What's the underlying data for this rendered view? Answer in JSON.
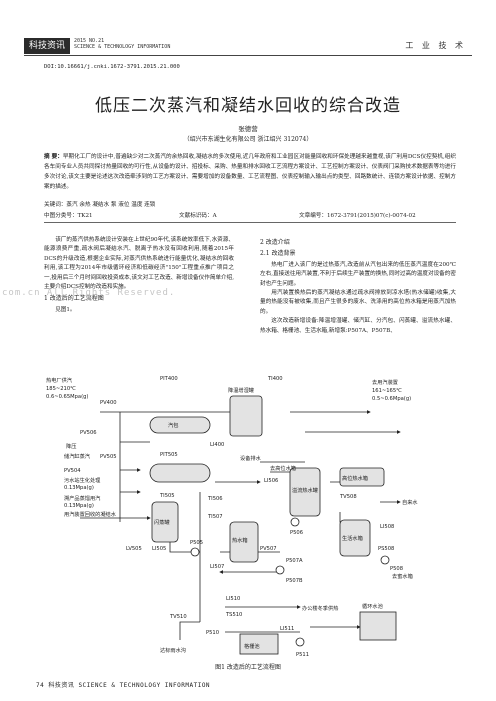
{
  "header": {
    "logo": "科技资讯",
    "issue": "2015 NO.21",
    "journal_en": "SCIENCE & TECHNOLOGY INFORMATION",
    "section": "工 业 技 术"
  },
  "doi": "DOI:10.16661/j.cnki.1672-3791.2015.21.000",
  "title": "低压二次蒸汽和凝结水回收的综合改造",
  "author": "张德营",
  "affiliation": "（绍兴市东湖生化有限公司  浙江绍兴  312074）",
  "abstract": {
    "label": "摘  要：",
    "text": "早期化工厂的设计中,普遍缺少对二次蒸汽的余热回收,凝结水的多次使用,近几年政府和工业园区对能量回收和环保处理越来越重视,该厂利用DCS仪控契机,组织各车间专业人员共同探讨热量回收的可行性,从设备的设计、招投标、采购、热量和排水回收工艺流程方案设计、工艺控制方案设计、仪表阀门采购技术数据表等均进行多次讨论,该文主要是论述这次改造牵涉到的工艺方案设计、需要增加的设备数量、工艺流程图、仪表控制输入输出点的类型、回路数统计、连锁方案设计依据、控制方案的描述。"
  },
  "keywords": {
    "label": "关键词：",
    "text": "蒸汽   余热   凝结水   泵   液位   温度   连锁"
  },
  "classification": {
    "clc": "中图分类号：TK21",
    "code": "文献标识码：A",
    "article": "文章编号：1672-3791(2015)07(c)-0074-02"
  },
  "body_left": {
    "p1": "该厂的蒸汽供热系统设计安装在上世纪90年代,该系统效率低下,水资源、能源浪费严重,疏水阀后凝结水汽、脱离子热水没有回收利用,随着2015年DCS的升级改造,根据企业实际,对蒸汽供热系统进行能量优化,凝结水的回收利用,该工程为2014年市级循环经济和低碳经济\"150\"工程重点推广项目之一,投用后三个月时间回收投资成本,该文对工艺改造、新增设备仪作简单介绍,主要介绍DCS控制的改造和实施。",
    "h1": "1   改造后的工艺流程图",
    "p2": "见图1。"
  },
  "body_right": {
    "h2": "2   改造介绍",
    "h21": "2.1  改造背景",
    "p1": "热电厂进入该厂的是过热蒸汽,改造前从汽包出来的低压蒸汽温度在200℃左右,直接送往用汽装置,不利于后续生产装置的换热,同时过高的温度对设备的密封也产生问题。",
    "p2": "用汽装置换热后的蒸汽凝结水通过疏水阀排放到凉水塔(热水储罐)收集,大量的热能没有被收集,而且产生很多的废水、洗涤用的高位热水箱是用蒸汽加热的。",
    "p3": "这次改造新增设备:降温增湿罐、储汽缸、分汽包、闪蒸罐、溢流热水罐、热水箱、格栅池、生活水箱,新增泵:P507A、P507B、"
  },
  "watermark": "com.cn  All Rights Reserved.",
  "figure": {
    "caption": "图1  改造后的工艺流程图",
    "labels": {
      "steam_in": "热电厂供汽",
      "steam_spec1": "185~210℃",
      "steam_spec2": "0.6~0.65Mpa(g)",
      "pv400": "PV400",
      "pit400": "PIT400",
      "ti400": "TI400",
      "mix_tank": "降温增湿罐",
      "steam_drum": "汽包",
      "li400": "LI400",
      "to_user": "去用汽装置",
      "to_user_spec1": "161~165℃",
      "to_user_spec2": "0.5~0.6Mpa(g)",
      "pv506": "PV506",
      "pit505": "PIT505",
      "desuper": "降压",
      "gas_cyl": "储汽缸蒸汽",
      "pv505": "PV505",
      "pv504": "PV504",
      "sewage": "污水站生化处理",
      "sewage_p": "0.13Mpa(g)",
      "crud": "溯产品蒸馏用汽",
      "crud_p": "0.13Mpa(g)",
      "user_cond": "用汽装置回收的凝结水",
      "flash": "闪蒸罐",
      "li505": "LI505",
      "lv505": "LV505",
      "ti505": "TI505",
      "p505": "P505",
      "equip": "设备排水",
      "to_hot_tank": "去高位水箱",
      "ti506": "TI506",
      "li506": "LI506",
      "p506": "P506",
      "overflow": "溢流热水罐",
      "hot_tank": "高位热水箱",
      "tv508": "TV508",
      "self_water": "自来水",
      "life_tank": "生活水箱",
      "li508": "LI508",
      "ps508": "PS508",
      "p508": "P508",
      "to_ps": "去蜜水箱",
      "p507a": "P507A",
      "p507b": "P507B",
      "pv507": "PV507",
      "ti507": "TI507",
      "hot_water_tank": "热水箱",
      "li507": "LI507",
      "li510": "LI510",
      "pump_machine": "办公楼冬季供热",
      "ts510": "TS510",
      "tv510": "TV510",
      "circ": "循环水池",
      "grid": "格栅池",
      "li511": "LI511",
      "p511": "P511",
      "p510": "P510",
      "to_cool": "达标雨水沟"
    }
  },
  "footer": "74   科技资讯  SCIENCE & TECHNOLOGY INFORMATION"
}
